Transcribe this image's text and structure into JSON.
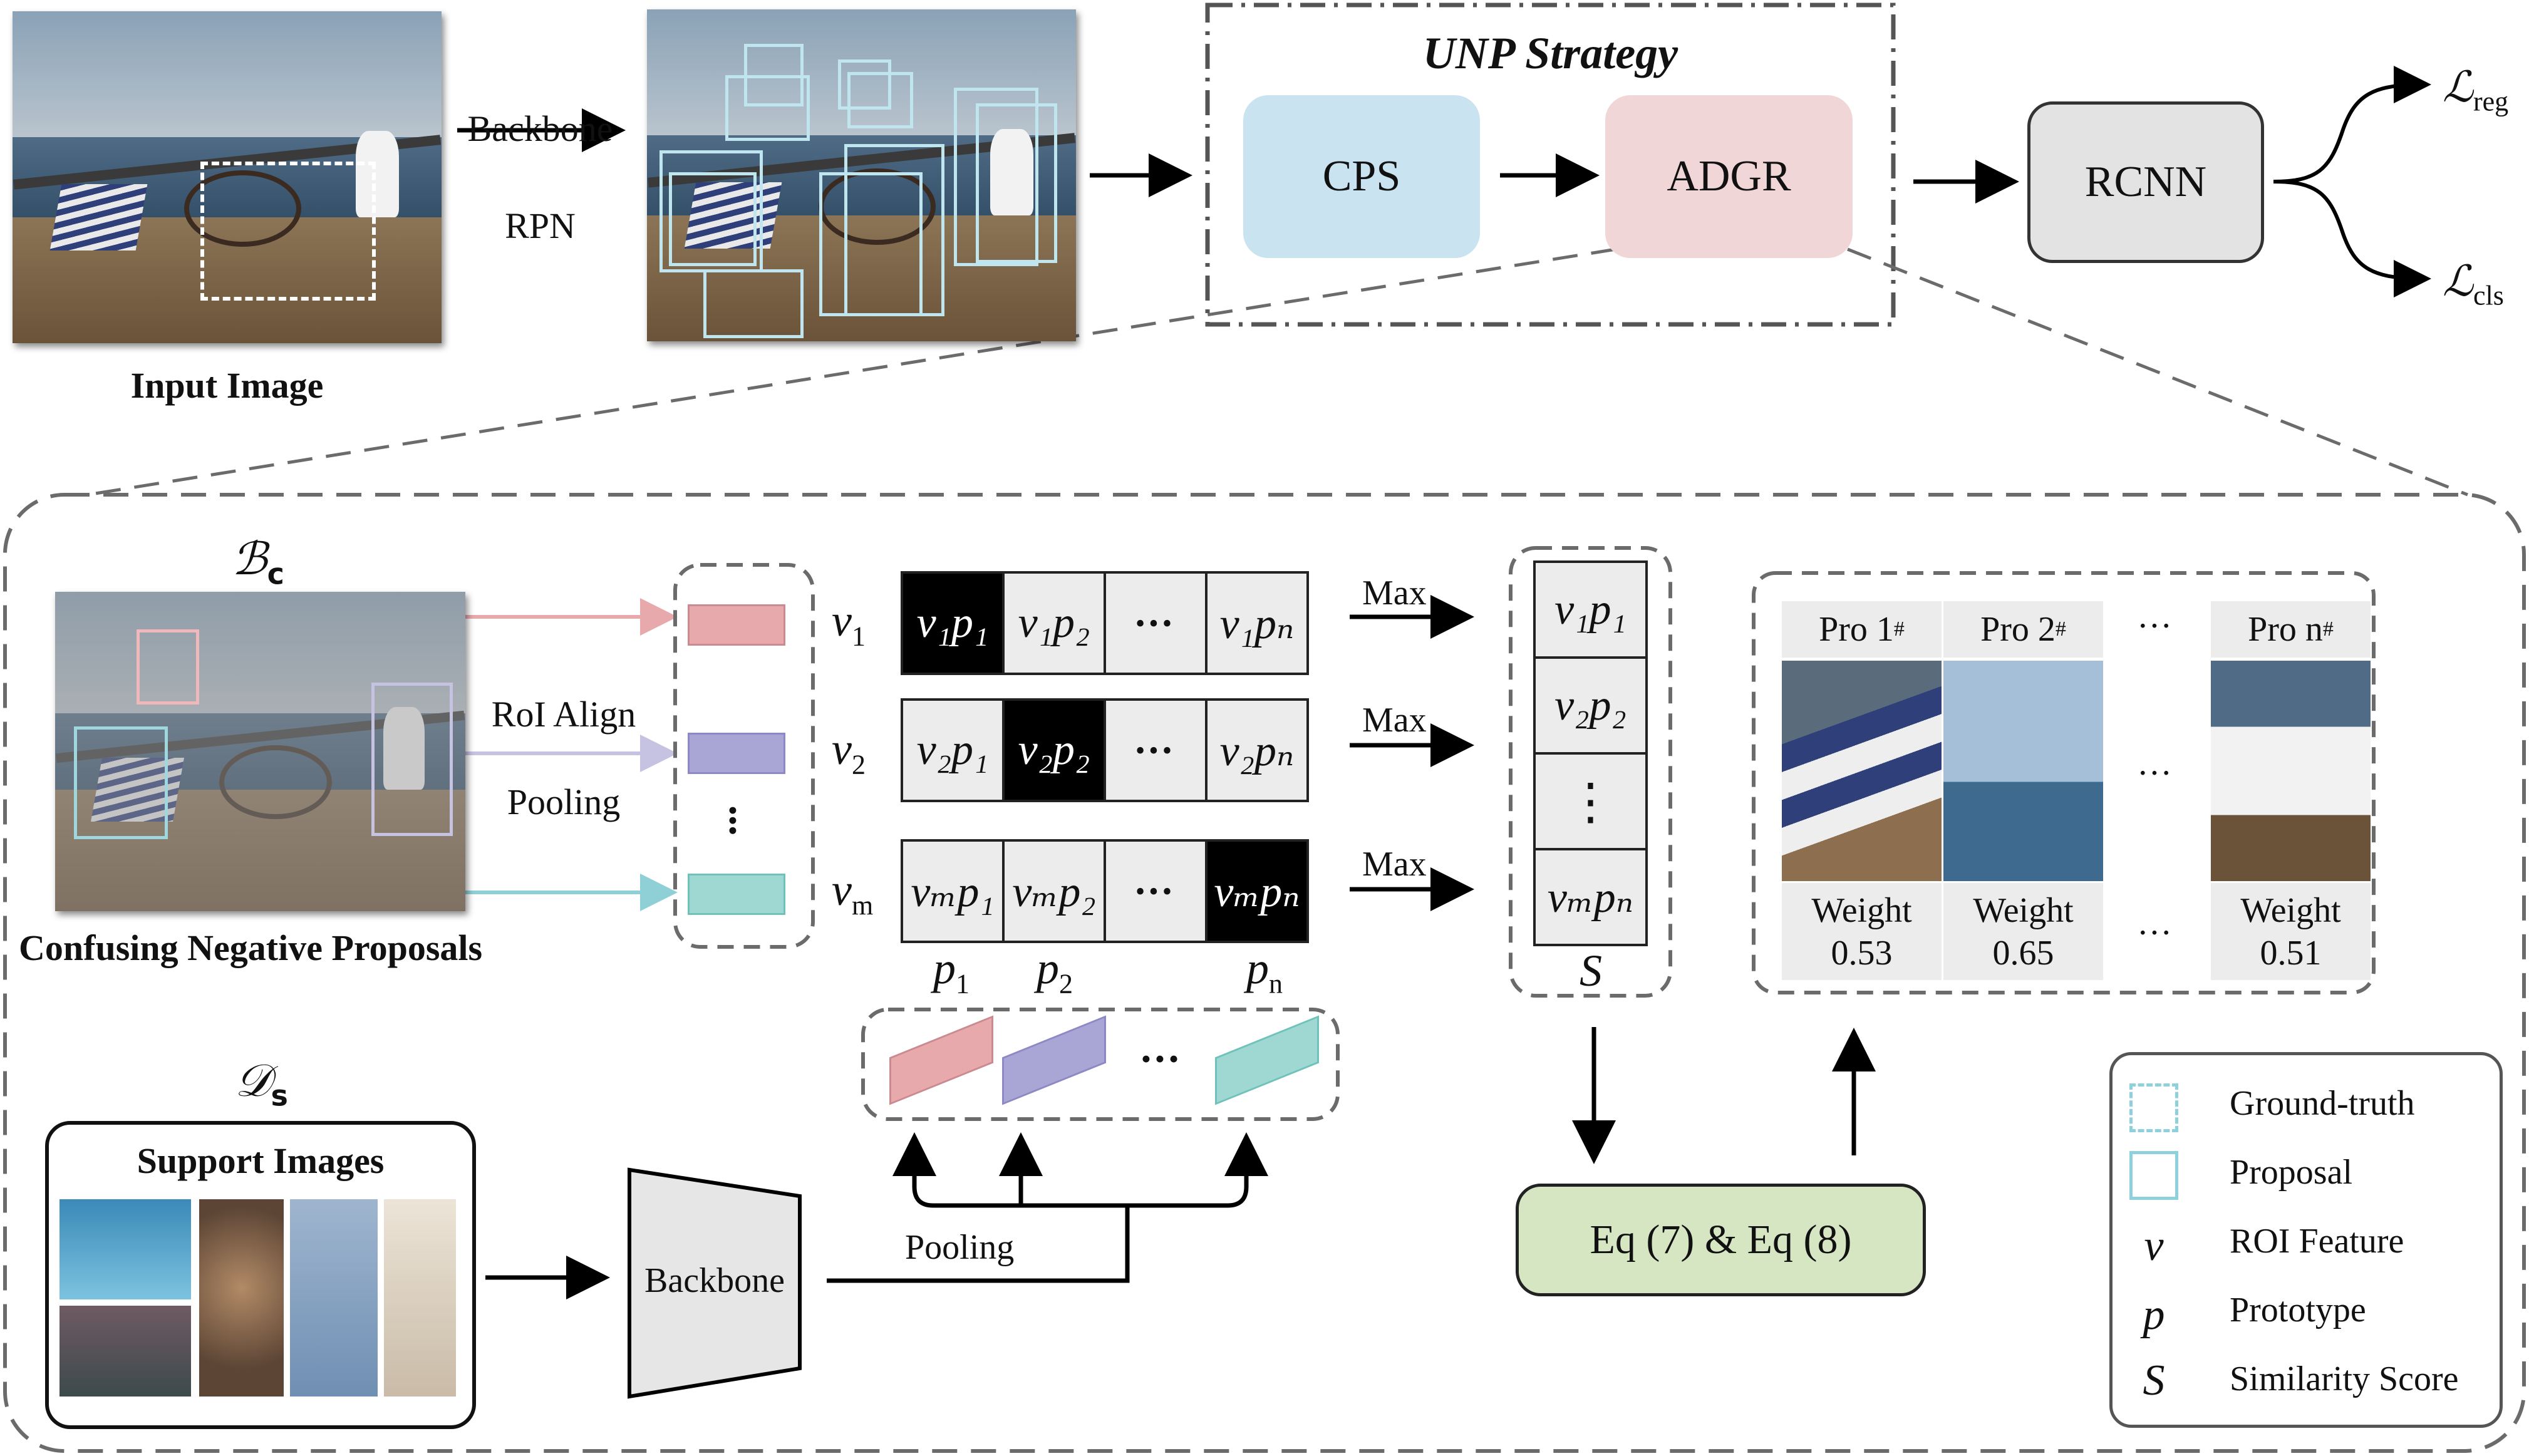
{
  "colors": {
    "cps_fill": "#c9e3f0",
    "adgr_fill": "#f1d6d7",
    "rcnn_fill": "#e3e3e3",
    "eq_fill": "#d6e6c3",
    "pink": "#e8a9ad",
    "lavender": "#a9a6d6",
    "teal": "#9fd8d2",
    "gt_dashed": "#8fd0dd",
    "proposal": "#8fd0dd",
    "dash_gray": "#6b6b6b"
  },
  "top": {
    "input_image_label": "Input Image",
    "backbone_label": "Backbone",
    "rpn_label": "RPN",
    "unp_title": "UNP  Strategy",
    "cps": "CPS",
    "adgr": "ADGR",
    "rcnn": "RCNN",
    "loss_reg_main": "ℒ",
    "loss_reg_sub": "reg",
    "loss_cls_main": "ℒ",
    "loss_cls_sub": "cls"
  },
  "detail": {
    "bc_main": "ℬ",
    "bc_sub": "c",
    "ds_main": "𝒟",
    "ds_sub": "s",
    "confusing_label": "Confusing Negative Proposals",
    "roi_align": "RoI Align",
    "pooling_top": "Pooling",
    "support_label": "Support Images",
    "backbone2": "Backbone",
    "pooling_bottom": "Pooling",
    "rows": [
      {
        "v_main": "v",
        "v_sub": "1",
        "cells": [
          "v₁p₁",
          "v₁p₂",
          "•••",
          "v₁pₙ"
        ],
        "highlight": 0,
        "max": "Max"
      },
      {
        "v_main": "v",
        "v_sub": "2",
        "cells": [
          "v₂p₁",
          "v₂p₂",
          "•••",
          "v₂pₙ"
        ],
        "highlight": 1,
        "max": "Max"
      },
      {
        "v_main": "v",
        "v_sub": "m",
        "cells": [
          "vₘp₁",
          "vₘp₂",
          "•••",
          "vₘpₙ"
        ],
        "highlight": 3,
        "max": "Max"
      }
    ],
    "p_labels": [
      {
        "main": "p",
        "sub": "1"
      },
      {
        "main": "p",
        "sub": "2"
      },
      {
        "main": "p",
        "sub": "n"
      }
    ],
    "proto_dots": "•••",
    "score_cells": [
      "v₁p₁",
      "v₂p₂",
      "⋮",
      "vₘpₙ"
    ],
    "score_label": "S",
    "eq_label": "Eq (7) & Eq (8)",
    "proposals": [
      {
        "title": "Pro 1",
        "sup": "#",
        "weight_label": "Weight",
        "weight_value": "0.53"
      },
      {
        "title": "Pro 2",
        "sup": "#",
        "weight_label": "Weight",
        "weight_value": "0.65"
      },
      {
        "title": "Pro n",
        "sup": "#",
        "weight_label": "Weight",
        "weight_value": "0.51"
      }
    ],
    "pro_dots": "···",
    "legend": [
      {
        "symbol": "",
        "label": "Ground-truth"
      },
      {
        "symbol": "",
        "label": "Proposal"
      },
      {
        "symbol": "v",
        "label": "ROI  Feature"
      },
      {
        "symbol": "p",
        "label": "Prototype"
      },
      {
        "symbol": "S",
        "label": "Similarity Score"
      }
    ]
  }
}
